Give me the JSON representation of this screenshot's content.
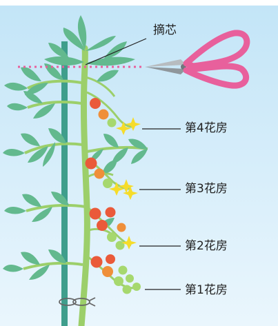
{
  "labels": {
    "pinching": "摘芯",
    "cluster_4": "第4花房",
    "cluster_3": "第3花房",
    "cluster_2": "第2花房",
    "cluster_1": "第1花房"
  },
  "icons": {
    "tool": "scissors-icon",
    "tie": "twine-knot-icon"
  },
  "colors": {
    "sky_top": "#c3e5f7",
    "sky_bottom": "#eaf6fd",
    "leaf": "#63b98e",
    "leaf_dark": "#3f9c74",
    "stem": "#9ccf6a",
    "pole": "#3f9e8c",
    "tomato_red": "#ea5a3a",
    "tomato_orange": "#ef8f3a",
    "tomato_green": "#a6d86e",
    "flower": "#f6dc2a",
    "scissors_handle": "#e8609c",
    "cut_line": "#e8609c"
  }
}
